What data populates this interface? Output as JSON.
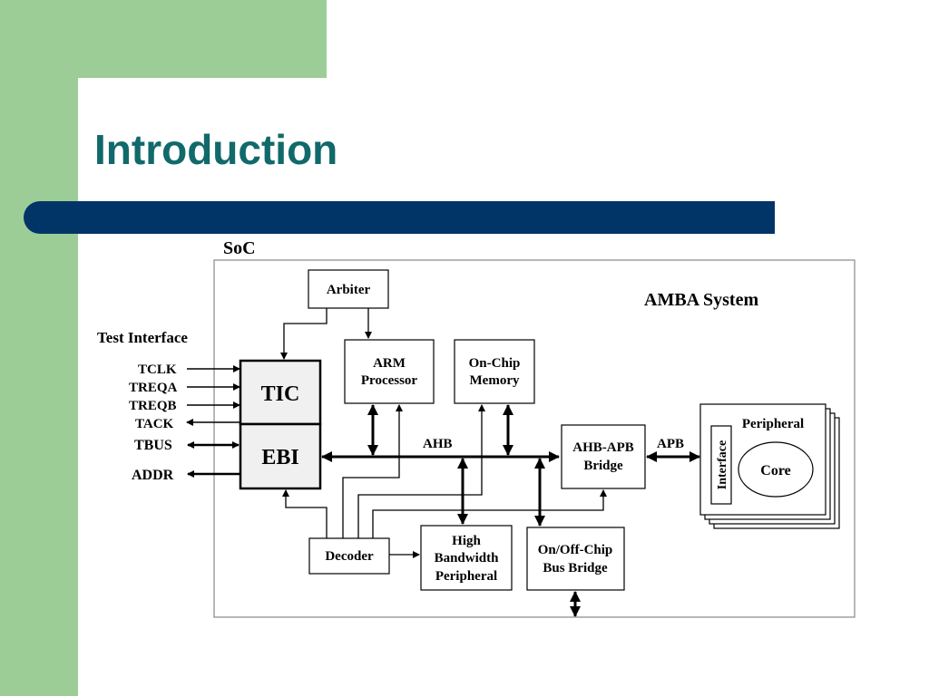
{
  "slide": {
    "title": "Introduction",
    "colors": {
      "title": "#11696b",
      "bar": "#023567",
      "accent_band": "#9dcd96"
    }
  },
  "diagram": {
    "soc_label": "SoC",
    "system_label": "AMBA System",
    "test_interface_label": "Test Interface",
    "signals": {
      "tclk": "TCLK",
      "treqa": "TREQA",
      "treqb": "TREQB",
      "tack": "TACK",
      "tbus": "TBUS",
      "addr": "ADDR"
    },
    "blocks": {
      "arbiter": "Arbiter",
      "arm_line1": "ARM",
      "arm_line2": "Processor",
      "mem_line1": "On-Chip",
      "mem_line2": "Memory",
      "tic": "TIC",
      "ebi": "EBI",
      "bridge_line1": "AHB-APB",
      "bridge_line2": "Bridge",
      "decoder": "Decoder",
      "hbp_line1": "High",
      "hbp_line2": "Bandwidth",
      "hbp_line3": "Peripheral",
      "bus_bridge_line1": "On/Off-Chip",
      "bus_bridge_line2": "Bus Bridge",
      "peripheral": "Peripheral",
      "interface": "Interface",
      "core": "Core"
    },
    "bus_labels": {
      "ahb": "AHB",
      "apb": "APB"
    }
  }
}
